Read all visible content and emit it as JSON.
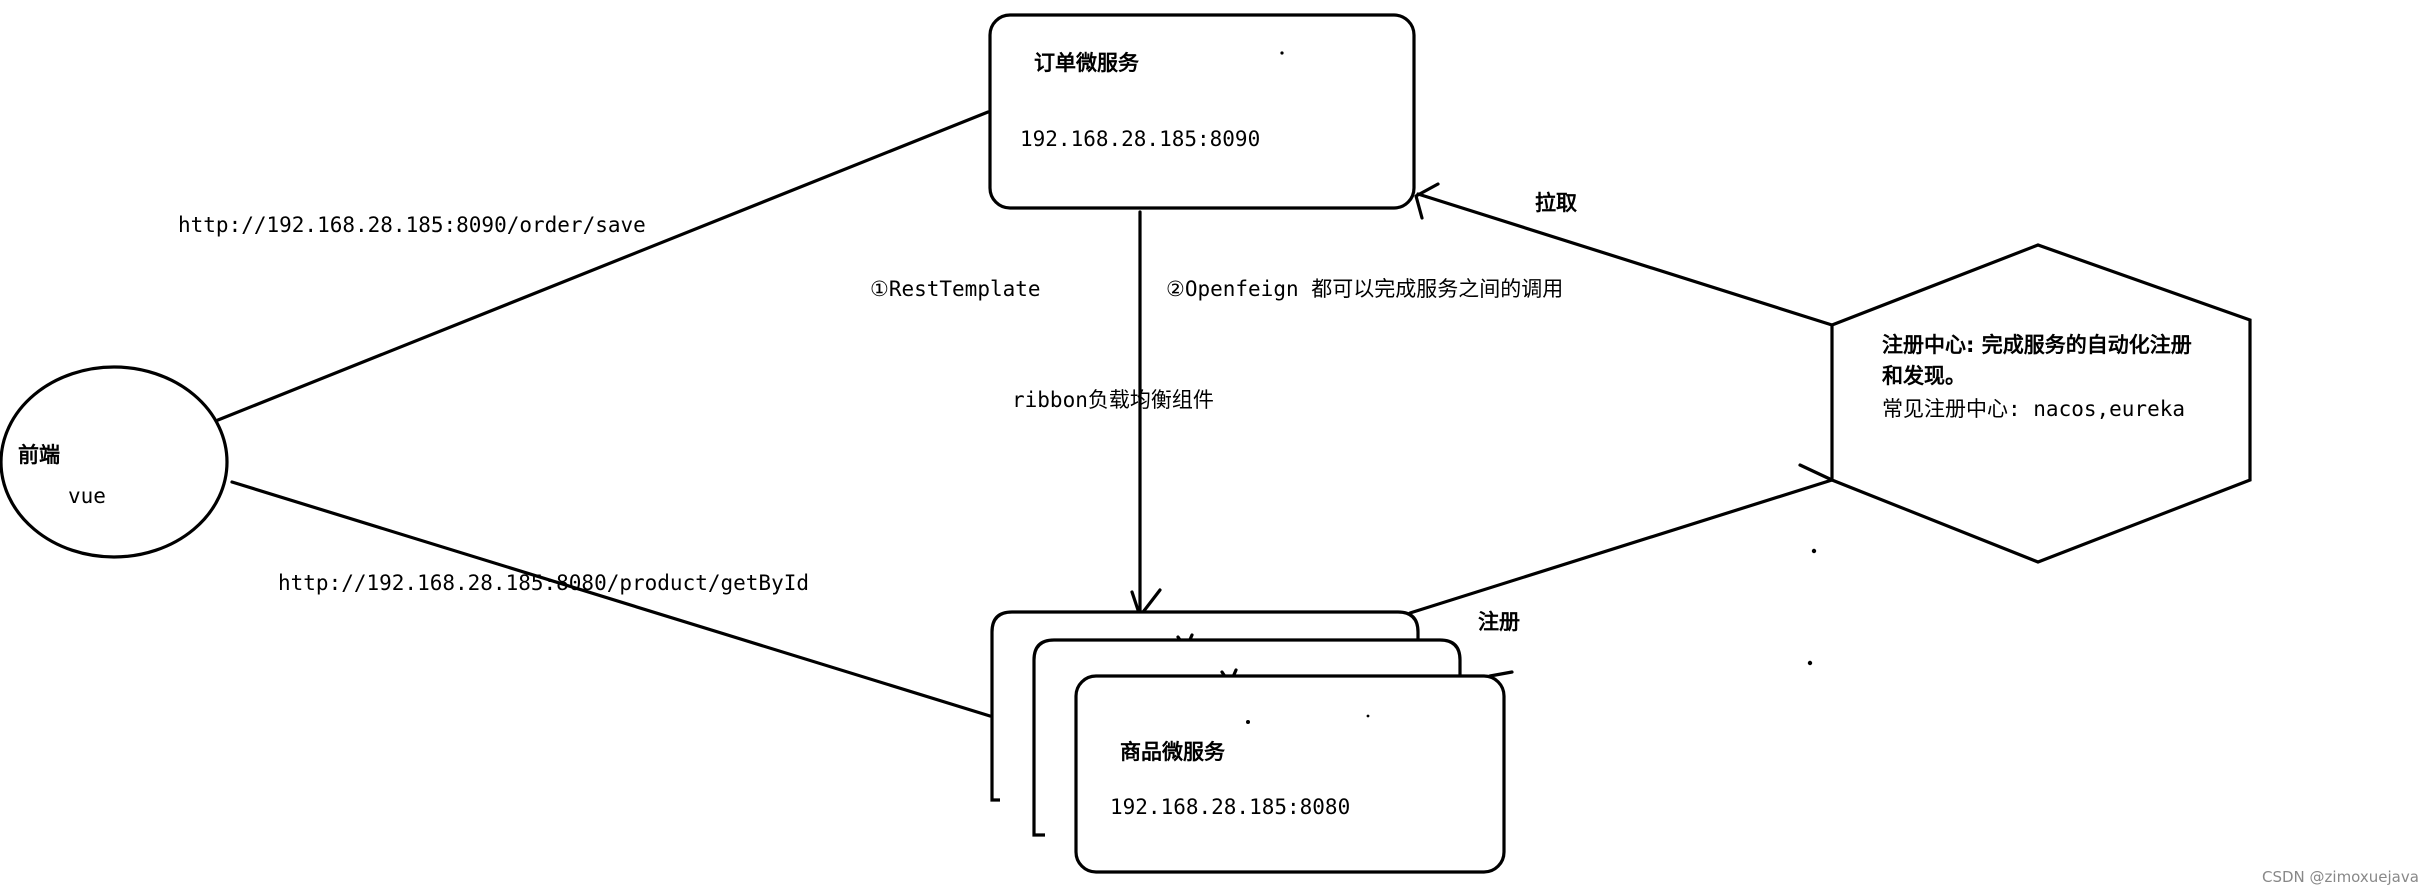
{
  "frontend": {
    "title": "前端",
    "subtitle": "vue"
  },
  "order_service": {
    "title": "订单微服务",
    "address": "192.168.28.185:8090"
  },
  "product_service": {
    "title": "商品微服务",
    "address": "192.168.28.185:8080"
  },
  "registry": {
    "line1": "注册中心: 完成服务的自动化注册",
    "line2": "和发现。",
    "line3": "常见注册中心: nacos,eureka"
  },
  "edges": {
    "frontend_to_order_url": "http://192.168.28.185:8090/order/save",
    "frontend_to_product_url": "http://192.168.28.185:8080/product/getById",
    "rest_template": "①RestTemplate",
    "openfeign": "②Openfeign 都可以完成服务之间的调用",
    "ribbon": "ribbon负载均衡组件",
    "pull": "拉取",
    "register": "注册"
  },
  "watermark": "CSDN @zimoxuejava"
}
